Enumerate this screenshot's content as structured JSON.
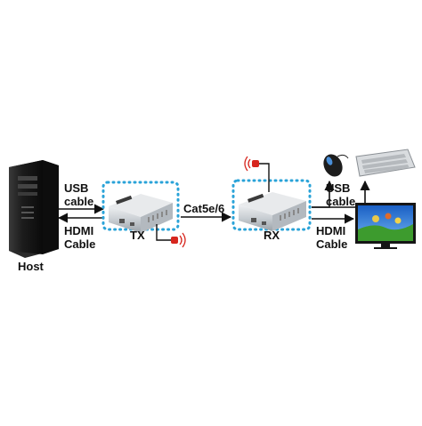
{
  "labels": {
    "host": "Host",
    "usb_left_1": "USB",
    "usb_left_2": "cable",
    "hdmi_left_1": "HDMI",
    "hdmi_left_2": "Cable",
    "tx": "TX",
    "cat": "Cat5e/6",
    "rx": "RX",
    "usb_right_1": "USB",
    "usb_right_2": "cable",
    "hdmi_right_1": "HDMI",
    "hdmi_right_2": "Cable"
  },
  "colors": {
    "dotted_border": "#2aa3d8",
    "arrow": "#111111",
    "ir_red": "#d7261e",
    "device_silver": "#c9ced3",
    "device_label": "#3a3a3a",
    "tower_dark": "#1c1c1c",
    "monitor_frame": "#151515",
    "sky": "#1f6fd6",
    "grass": "#3d9b2e"
  },
  "icons": [
    "pc-tower-icon",
    "extender-tx-icon",
    "extender-rx-icon",
    "ir-emitter-icon",
    "ir-receiver-icon",
    "mouse-icon",
    "keyboard-icon",
    "monitor-icon"
  ]
}
